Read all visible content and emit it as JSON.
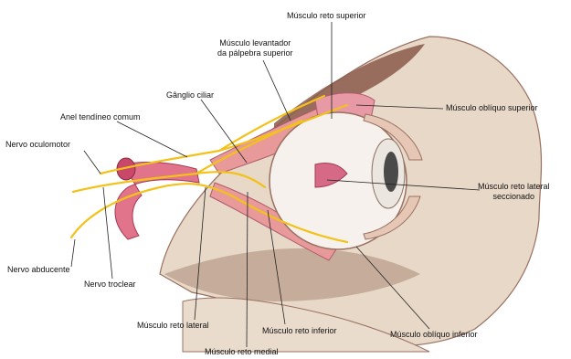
{
  "labels": {
    "reto_superior": "Músculo reto superior",
    "levantador": [
      "Músculo levantador",
      "da pálpebra superior"
    ],
    "ganglio_ciliar": "Gânglio ciliar",
    "anel_tendineo": "Anel tendíneo comum",
    "obliquo_superior": "Músculo oblíquo superior",
    "nervo_oculomotor": "Nervo oculomotor",
    "reto_lateral_seccionado": [
      "Músculo reto lateral",
      "seccionado"
    ],
    "nervo_abducente": "Nervo abducente",
    "nervo_troclear": "Nervo troclear",
    "reto_lateral": "Músculo reto lateral",
    "reto_inferior": "Músculo reto inferior",
    "obliquo_inferior": "Músculo oblíquo inferior",
    "reto_medial": "Músculo reto medial"
  },
  "colors": {
    "nerve": "#f2c21b",
    "muscle": "#e89a9a",
    "muscle_dark": "#c9486a",
    "bone": "#d9c9b8",
    "bone_dark": "#8a5a4a",
    "sclera": "#f6f1ec",
    "leader": "#222222"
  }
}
